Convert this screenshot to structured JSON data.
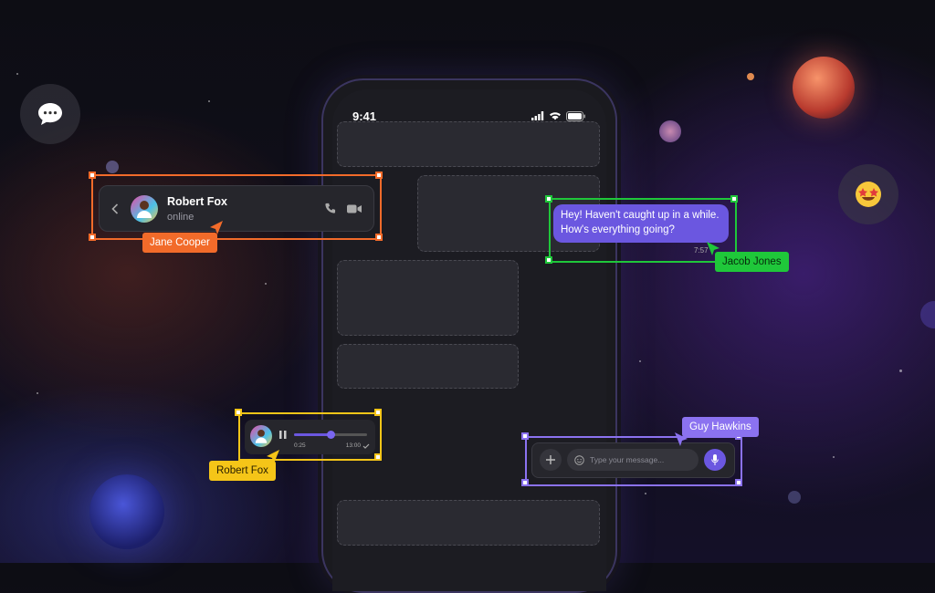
{
  "phone": {
    "time": "9:41"
  },
  "float_icons": {
    "chat": "speech-bubble-icon",
    "emoji": "star-struck-emoji-icon"
  },
  "chat_header": {
    "name": "Robert Fox",
    "status": "online",
    "back_icon": "chevron-left-icon",
    "call_icon": "phone-icon",
    "video_icon": "video-camera-icon"
  },
  "incoming_message": {
    "line1": "Hey! Haven't caught up in a while.",
    "line2": "How's everything going?",
    "time": "7:57"
  },
  "voice_message": {
    "elapsed": "0:25",
    "time": "13:00",
    "progress": 0.5
  },
  "composer": {
    "placeholder": "Type your message..."
  },
  "collaborators": {
    "orange": {
      "name": "Jane Cooper",
      "color": "#f26b2a"
    },
    "green": {
      "name": "Jacob Jones",
      "color": "#1fc73a"
    },
    "yellow": {
      "name": "Robert Fox",
      "color": "#f5c518"
    },
    "purple": {
      "name": "Guy Hawkins",
      "color": "#8b72f0"
    }
  }
}
